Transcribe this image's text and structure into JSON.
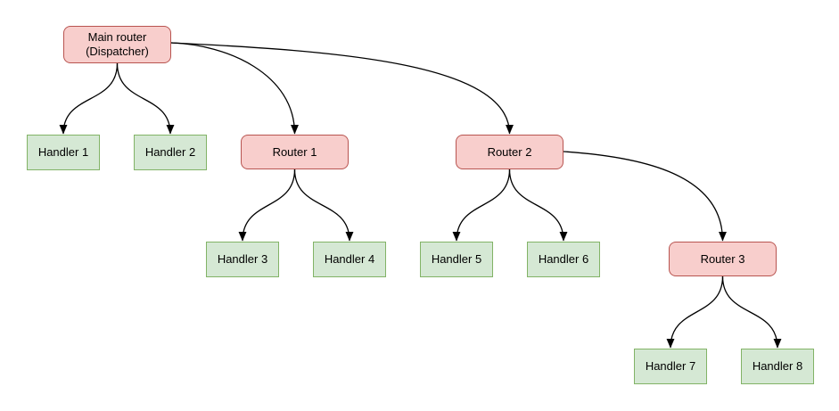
{
  "diagram": {
    "type": "tree",
    "nodes": [
      {
        "id": "main-router",
        "label": "Main router\n(Dispatcher)",
        "kind": "router"
      },
      {
        "id": "handler-1",
        "label": "Handler 1",
        "kind": "handler"
      },
      {
        "id": "handler-2",
        "label": "Handler 2",
        "kind": "handler"
      },
      {
        "id": "router-1",
        "label": "Router 1",
        "kind": "router"
      },
      {
        "id": "router-2",
        "label": "Router 2",
        "kind": "router"
      },
      {
        "id": "handler-3",
        "label": "Handler 3",
        "kind": "handler"
      },
      {
        "id": "handler-4",
        "label": "Handler 4",
        "kind": "handler"
      },
      {
        "id": "handler-5",
        "label": "Handler 5",
        "kind": "handler"
      },
      {
        "id": "handler-6",
        "label": "Handler 6",
        "kind": "handler"
      },
      {
        "id": "router-3",
        "label": "Router 3",
        "kind": "router"
      },
      {
        "id": "handler-7",
        "label": "Handler 7",
        "kind": "handler"
      },
      {
        "id": "handler-8",
        "label": "Handler 8",
        "kind": "handler"
      }
    ],
    "edges": [
      {
        "from": "main-router",
        "to": "handler-1"
      },
      {
        "from": "main-router",
        "to": "handler-2"
      },
      {
        "from": "main-router",
        "to": "router-1"
      },
      {
        "from": "main-router",
        "to": "router-2"
      },
      {
        "from": "router-1",
        "to": "handler-3"
      },
      {
        "from": "router-1",
        "to": "handler-4"
      },
      {
        "from": "router-2",
        "to": "handler-5"
      },
      {
        "from": "router-2",
        "to": "handler-6"
      },
      {
        "from": "router-2",
        "to": "router-3"
      },
      {
        "from": "router-3",
        "to": "handler-7"
      },
      {
        "from": "router-3",
        "to": "handler-8"
      }
    ],
    "colors": {
      "router_fill": "#f8cecc",
      "router_border": "#b85450",
      "handler_fill": "#d5e8d4",
      "handler_border": "#82b366",
      "edge": "#000000",
      "text": "#000000",
      "background": "#ffffff"
    }
  }
}
